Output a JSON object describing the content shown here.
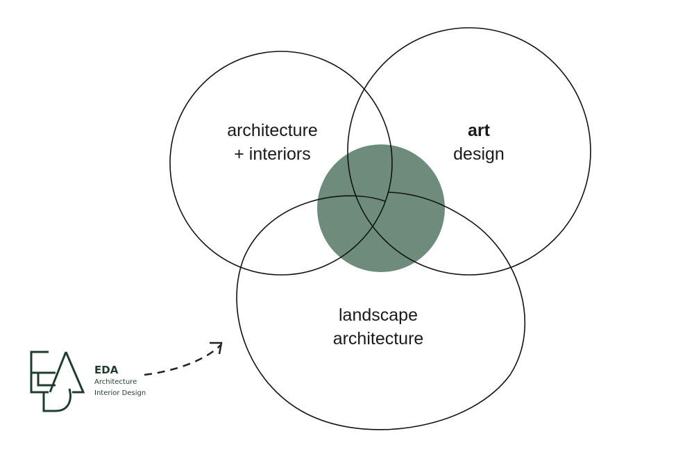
{
  "diagram": {
    "sets": [
      {
        "label_line1": "architecture",
        "label_line2": "+ interiors"
      },
      {
        "label_line1": "art",
        "label_line2": "design"
      },
      {
        "label_line1": "landscape",
        "label_line2": "architecture"
      }
    ],
    "intersection_color": "#6e8c7c",
    "line_color": "#111111"
  },
  "brand": {
    "logo_text": "EDA",
    "name": "EDA",
    "line1": "Architecture",
    "line2": "Interior Design",
    "color": "#1f3d2c"
  }
}
